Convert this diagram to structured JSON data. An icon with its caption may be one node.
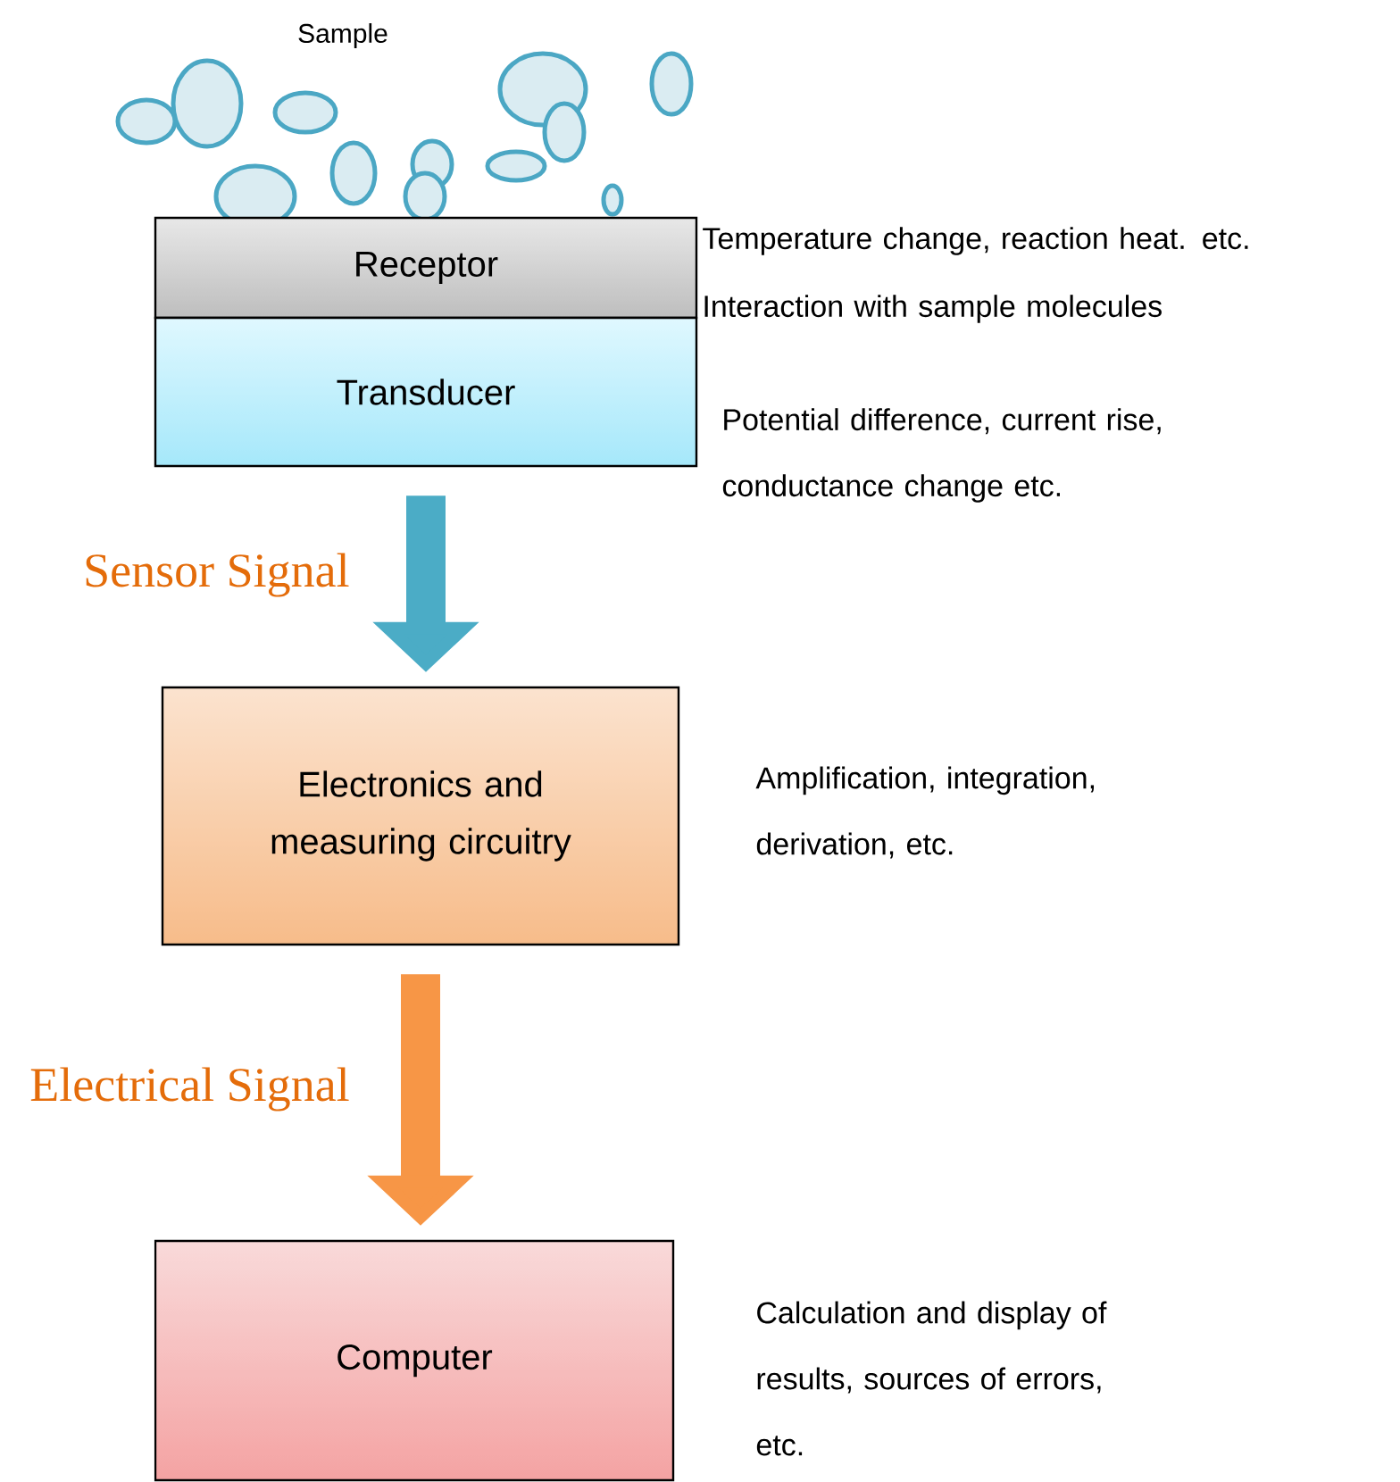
{
  "diagram": {
    "nodes": [
      {
        "text": [
          "Receptor"
        ],
        "beside": [
          "Temperature change, reaction heat. etc.",
          "Interaction with sample molecules"
        ]
      },
      {
        "text": [
          "Transducer"
        ],
        "beside": [
          "Potential difference, current rise, conductance change etc."
        ]
      },
      {
        "text": [
          "Electronics and measuring circuitry"
        ],
        "beside": [
          "Amplification, integration, derivation, etc."
        ]
      },
      {
        "text": [
          "Computer"
        ],
        "beside": [
          "Calculation and display of results, sources of errors, etc."
        ]
      }
    ],
    "edges": [
      {
        "from": 1,
        "to": 2,
        "arrow": "to",
        "label": "Sensor Signal",
        "color": "#4bacc6"
      },
      {
        "from": 2,
        "to": 3,
        "arrow": "to",
        "label": "Electrical Signal",
        "color": "#f79646"
      }
    ],
    "labels": [
      "Sample"
    ]
  }
}
